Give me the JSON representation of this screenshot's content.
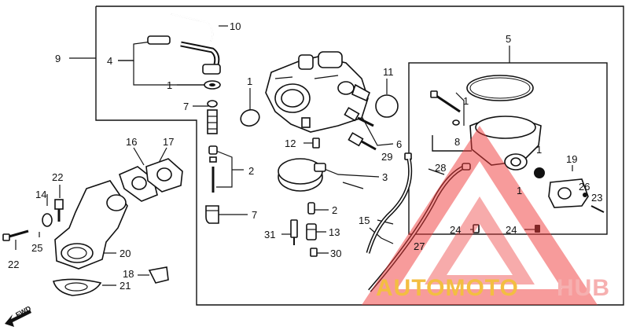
{
  "callouts": {
    "c1a": "1",
    "c1b": "1",
    "c1c": "1",
    "c1d": "1",
    "c1e": "1",
    "c2a": "2",
    "c2b": "2",
    "c3": "3",
    "c4": "4",
    "c5": "5",
    "c6": "6",
    "c7a": "7",
    "c7b": "7",
    "c8": "8",
    "c9": "9",
    "c10": "10",
    "c11": "11",
    "c12": "12",
    "c13": "13",
    "c14": "14",
    "c15": "15",
    "c16": "16",
    "c17": "17",
    "c18": "18",
    "c19": "19",
    "c20": "20",
    "c21": "21",
    "c22a": "22",
    "c22b": "22",
    "c23": "23",
    "c24a": "24",
    "c24b": "24",
    "c25": "25",
    "c26": "26",
    "c27": "27",
    "c28": "28",
    "c29": "29",
    "c30": "30",
    "c31": "31"
  },
  "direction": "FWD",
  "watermark": {
    "part1": "AUTOMOTO",
    "part2": "HUB",
    "color1": "#f2b320",
    "color2": "#f5a3a3",
    "triangle_color": "#ee3b3b"
  }
}
